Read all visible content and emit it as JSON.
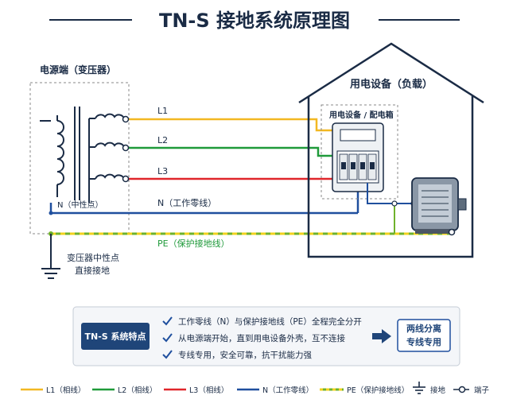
{
  "title": "TN-S 接地系统原理图",
  "source_label": "电源端（变压器）",
  "load_label": "用电设备（负载）",
  "panel_label": "用电设备 / 配电箱",
  "lines": {
    "l1": "L1",
    "l2": "L2",
    "l3": "L3",
    "n": "N（工作零线）",
    "pe": "PE（保护接地线）",
    "neutral_point": "N（中性点）"
  },
  "grounding_label": [
    "变压器中性点",
    "直接接地"
  ],
  "features": {
    "badge": "TN-S 系统特点",
    "items": [
      "工作零线（N）与保护接地线（PE）全程完全分开",
      "从电源端开始，直到用电设备外壳，互不连接",
      "专线专用，安全可靠，抗干扰能力强"
    ],
    "result": [
      "两线分离",
      "专线专用"
    ]
  },
  "legend": [
    {
      "label": "L1（相线）",
      "color": "#f2b822",
      "style": "solid"
    },
    {
      "label": "L2（相线）",
      "color": "#1f9a3a",
      "style": "solid"
    },
    {
      "label": "L3（相线）",
      "color": "#e0262b",
      "style": "solid"
    },
    {
      "label": "N（工作零线）",
      "color": "#1f4f9e",
      "style": "solid"
    },
    {
      "label": "PE（保护接地线）",
      "color": "#6fb22c",
      "style": "dashed"
    },
    {
      "label": "接地",
      "icon": "ground-icon"
    },
    {
      "label": "端子",
      "icon": "terminal-icon"
    }
  ],
  "colors": {
    "navy": "#1a2b45",
    "l1": "#f2b822",
    "l2": "#1f9a3a",
    "l3": "#e0262b",
    "n": "#1f4f9e",
    "pe_green": "#6fb22c",
    "pe_yellow": "#f2d21e",
    "check_blue": "#1f4f9e"
  }
}
